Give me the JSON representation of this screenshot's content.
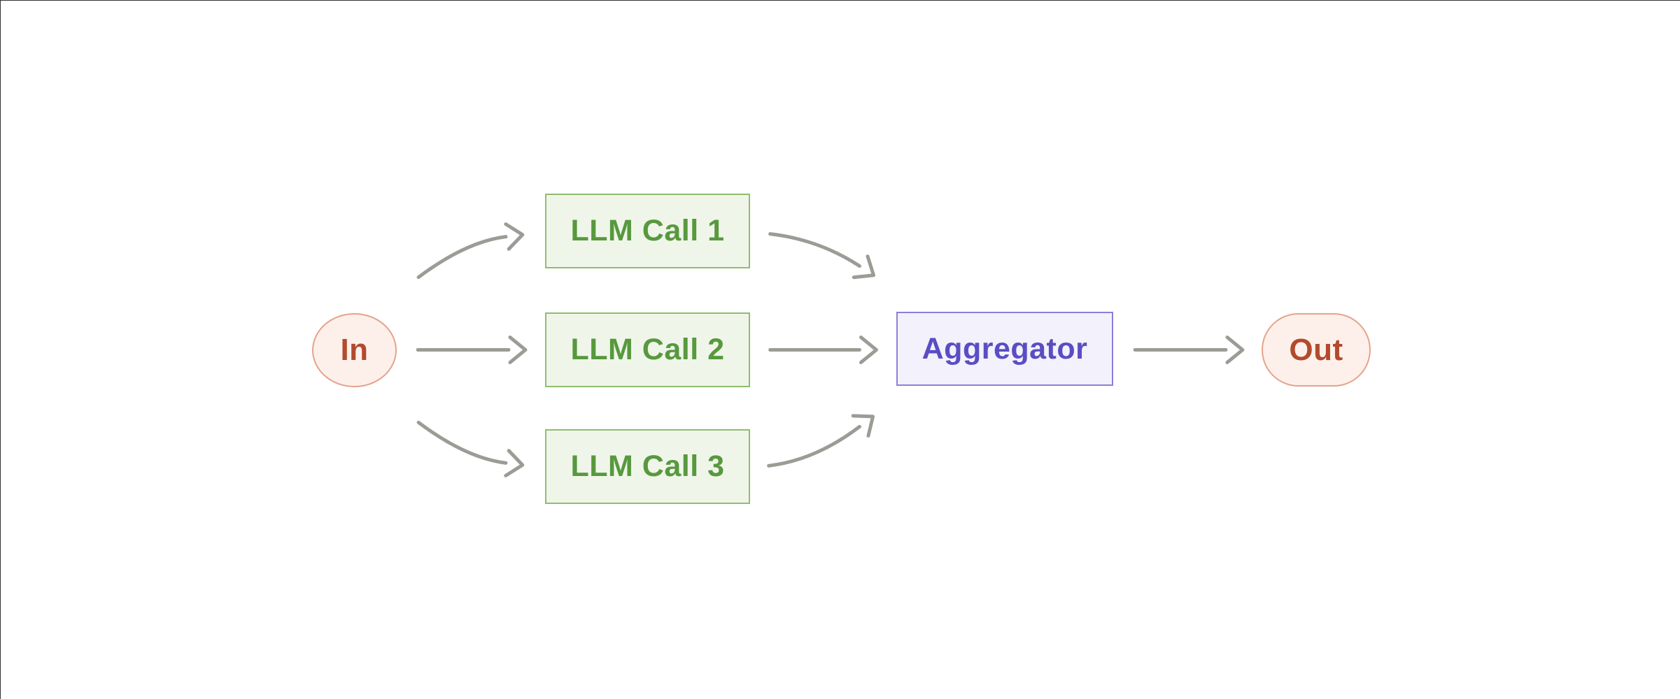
{
  "diagram": {
    "title": "parallelization-workflow",
    "nodes": {
      "in": {
        "label": "In",
        "shape": "ellipse"
      },
      "llm1": {
        "label": "LLM Call 1",
        "shape": "rectangle"
      },
      "llm2": {
        "label": "LLM Call 2",
        "shape": "rectangle"
      },
      "llm3": {
        "label": "LLM Call 3",
        "shape": "rectangle"
      },
      "aggregator": {
        "label": "Aggregator",
        "shape": "rectangle"
      },
      "out": {
        "label": "Out",
        "shape": "pill"
      }
    },
    "edges": [
      {
        "from": "In",
        "to": "LLM Call 1",
        "style": "curved"
      },
      {
        "from": "In",
        "to": "LLM Call 2",
        "style": "straight"
      },
      {
        "from": "In",
        "to": "LLM Call 3",
        "style": "curved"
      },
      {
        "from": "LLM Call 1",
        "to": "Aggregator",
        "style": "curved"
      },
      {
        "from": "LLM Call 2",
        "to": "Aggregator",
        "style": "straight"
      },
      {
        "from": "LLM Call 3",
        "to": "Aggregator",
        "style": "curved"
      },
      {
        "from": "Aggregator",
        "to": "Out",
        "style": "straight"
      }
    ],
    "arrow_style": "open-chevron",
    "colors": {
      "endpoint_bg": "#fdf0ea",
      "endpoint_border": "#e5a38c",
      "endpoint_text": "#b24a2e",
      "llm_bg": "#f0f5ea",
      "llm_border": "#8fbe6e",
      "llm_text": "#57993d",
      "aggregator_bg": "#f3f1fb",
      "aggregator_border": "#8b80d9",
      "aggregator_text": "#5a4dc4",
      "arrow": "#9c9c96",
      "page_bg": "#ffffff",
      "edge_border": "#333333"
    }
  }
}
